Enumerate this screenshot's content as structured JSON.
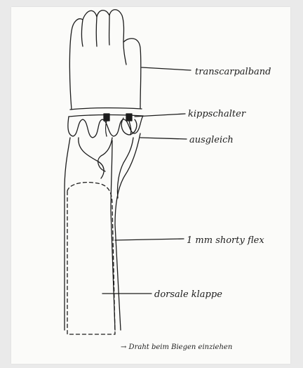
{
  "labels": {
    "transcarpal_band": "transcarpalband",
    "kippschalter": "kippschalter",
    "ausgleich": "ausgleich",
    "shorty_flex": "1 mm shorty flex",
    "dorsale_klappe": "dorsale klappe",
    "draht_note": "→ Draht beim Biegen einziehen"
  },
  "colors": {
    "ink": "#1c1c1c",
    "paper": "#fbfbf9",
    "background": "#eaeaea"
  }
}
